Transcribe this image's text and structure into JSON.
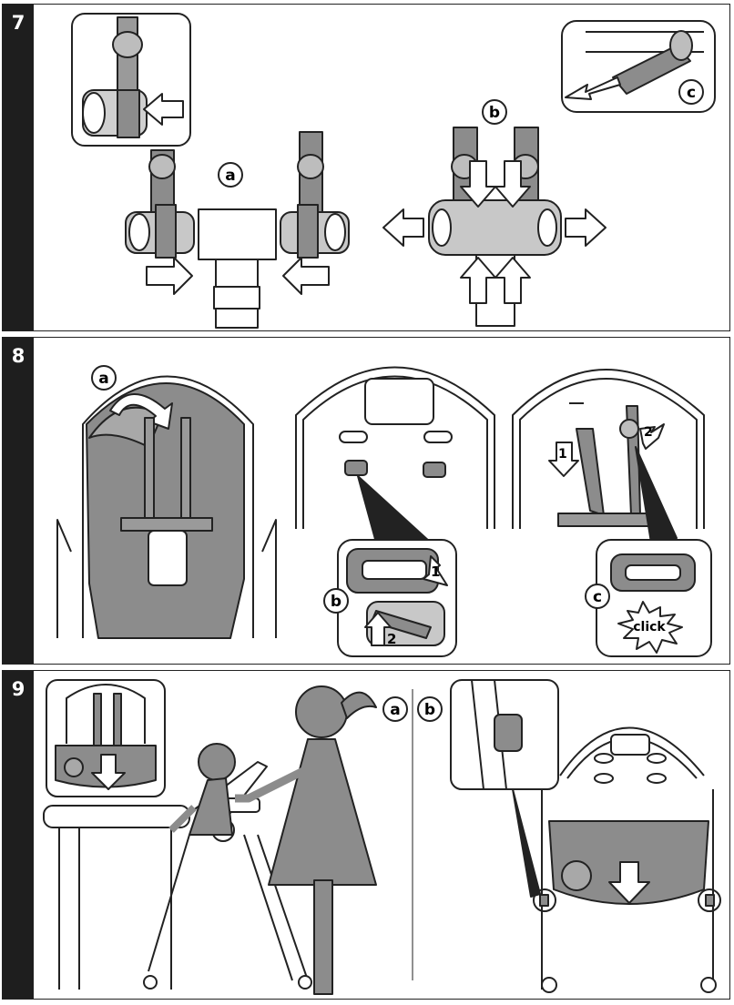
{
  "steps": [
    {
      "number": "7",
      "labels": {
        "a": "a",
        "b": "b",
        "c": "c"
      }
    },
    {
      "number": "8",
      "labels": {
        "a": "a",
        "b": "b",
        "c": "c",
        "one": "1",
        "two": "2",
        "click": "click"
      }
    },
    {
      "number": "9",
      "labels": {
        "a": "a",
        "b": "b"
      }
    }
  ],
  "colors": {
    "tab": "#1e1e1e",
    "part_gray": "#8c8c8c",
    "light_gray": "#c8c8c8",
    "outline": "#222222"
  }
}
